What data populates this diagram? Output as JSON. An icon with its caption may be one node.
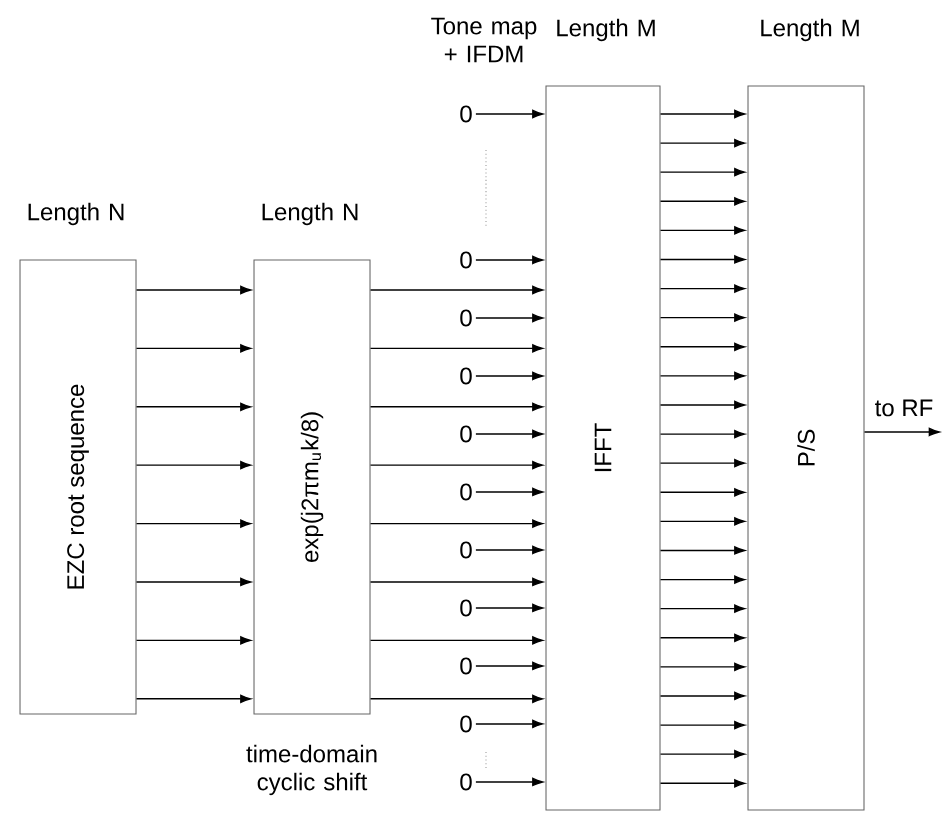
{
  "diagram": {
    "nodes": [
      {
        "text": [
          "EZC root sequence"
        ]
      },
      {
        "text": [
          "exp(j2πm$_{u}$k/8)"
        ],
        "beside": [
          "time-domain cyclic shift"
        ]
      },
      {
        "text": [
          "IFFT"
        ]
      },
      {
        "text": [
          "P/S"
        ]
      },
      {
        "text": [
          "0"
        ]
      },
      {
        "text": [
          "0"
        ]
      },
      {
        "text": [
          "0"
        ]
      },
      {
        "text": [
          "0"
        ]
      },
      {
        "text": [
          "0"
        ]
      },
      {
        "text": [
          "0"
        ]
      },
      {
        "text": [
          "0"
        ]
      },
      {
        "text": [
          "0"
        ]
      },
      {
        "text": [
          "0"
        ]
      },
      {
        "text": [
          "0"
        ]
      },
      {
        "text": [
          "0"
        ]
      }
    ],
    "edges": [
      {
        "from": 0,
        "to": 1,
        "arrow": "to"
      },
      {
        "from": 0,
        "to": 1,
        "arrow": "to"
      },
      {
        "from": 0,
        "to": 1,
        "arrow": "to"
      },
      {
        "from": 0,
        "to": 1,
        "arrow": "to"
      },
      {
        "from": 0,
        "to": 1,
        "arrow": "to"
      },
      {
        "from": 0,
        "to": 1,
        "arrow": "to"
      },
      {
        "from": 0,
        "to": 1,
        "arrow": "to"
      },
      {
        "from": 0,
        "to": 1,
        "arrow": "to"
      },
      {
        "from": 1,
        "to": 2,
        "arrow": "to"
      },
      {
        "from": 1,
        "to": 2,
        "arrow": "to"
      },
      {
        "from": 1,
        "to": 2,
        "arrow": "to"
      },
      {
        "from": 1,
        "to": 2,
        "arrow": "to"
      },
      {
        "from": 1,
        "to": 2,
        "arrow": "to"
      },
      {
        "from": 1,
        "to": 2,
        "arrow": "to"
      },
      {
        "from": 1,
        "to": 2,
        "arrow": "to"
      },
      {
        "from": 1,
        "to": 2,
        "arrow": "to"
      },
      {
        "from": 4,
        "to": 2,
        "arrow": "to"
      },
      {
        "from": 5,
        "to": 2,
        "arrow": "to"
      },
      {
        "from": 6,
        "to": 2,
        "arrow": "to"
      },
      {
        "from": 7,
        "to": 2,
        "arrow": "to"
      },
      {
        "from": 8,
        "to": 2,
        "arrow": "to"
      },
      {
        "from": 9,
        "to": 2,
        "arrow": "to"
      },
      {
        "from": 10,
        "to": 2,
        "arrow": "to"
      },
      {
        "from": 11,
        "to": 2,
        "arrow": "to"
      },
      {
        "from": 12,
        "to": 2,
        "arrow": "to"
      },
      {
        "from": 13,
        "to": 2,
        "arrow": "to"
      },
      {
        "from": 14,
        "to": 2,
        "arrow": "to"
      },
      {
        "from": 2,
        "to": 3,
        "arrow": "to"
      },
      {
        "from": 2,
        "to": 3,
        "arrow": "to"
      },
      {
        "from": 2,
        "to": 3,
        "arrow": "to"
      },
      {
        "from": 2,
        "to": 3,
        "arrow": "to"
      },
      {
        "from": 2,
        "to": 3,
        "arrow": "to"
      },
      {
        "from": 2,
        "to": 3,
        "arrow": "to"
      },
      {
        "from": 2,
        "to": 3,
        "arrow": "to"
      },
      {
        "from": 2,
        "to": 3,
        "arrow": "to"
      },
      {
        "from": 2,
        "to": 3,
        "arrow": "to"
      },
      {
        "from": 2,
        "to": 3,
        "arrow": "to"
      },
      {
        "from": 2,
        "to": 3,
        "arrow": "to"
      },
      {
        "from": 2,
        "to": 3,
        "arrow": "to"
      },
      {
        "from": 2,
        "to": 3,
        "arrow": "to"
      },
      {
        "from": 2,
        "to": 3,
        "arrow": "to"
      },
      {
        "from": 2,
        "to": 3,
        "arrow": "to"
      },
      {
        "from": 2,
        "to": 3,
        "arrow": "to"
      },
      {
        "from": 2,
        "to": 3,
        "arrow": "to"
      },
      {
        "from": 2,
        "to": 3,
        "arrow": "to"
      },
      {
        "from": 2,
        "to": 3,
        "arrow": "to"
      },
      {
        "from": 2,
        "to": 3,
        "arrow": "to"
      },
      {
        "from": 2,
        "to": 3,
        "arrow": "to"
      },
      {
        "from": 2,
        "to": 3,
        "arrow": "to"
      },
      {
        "from": 2,
        "to": 3,
        "arrow": "to"
      },
      {
        "from": 2,
        "to": 3,
        "arrow": "to"
      },
      {
        "from": 3,
        "to": null,
        "arrow": "to",
        "label": "to RF"
      }
    ],
    "labels": [
      "Tone map + IFDM",
      "Length M",
      "Length M",
      "Length N",
      "Length N"
    ]
  }
}
